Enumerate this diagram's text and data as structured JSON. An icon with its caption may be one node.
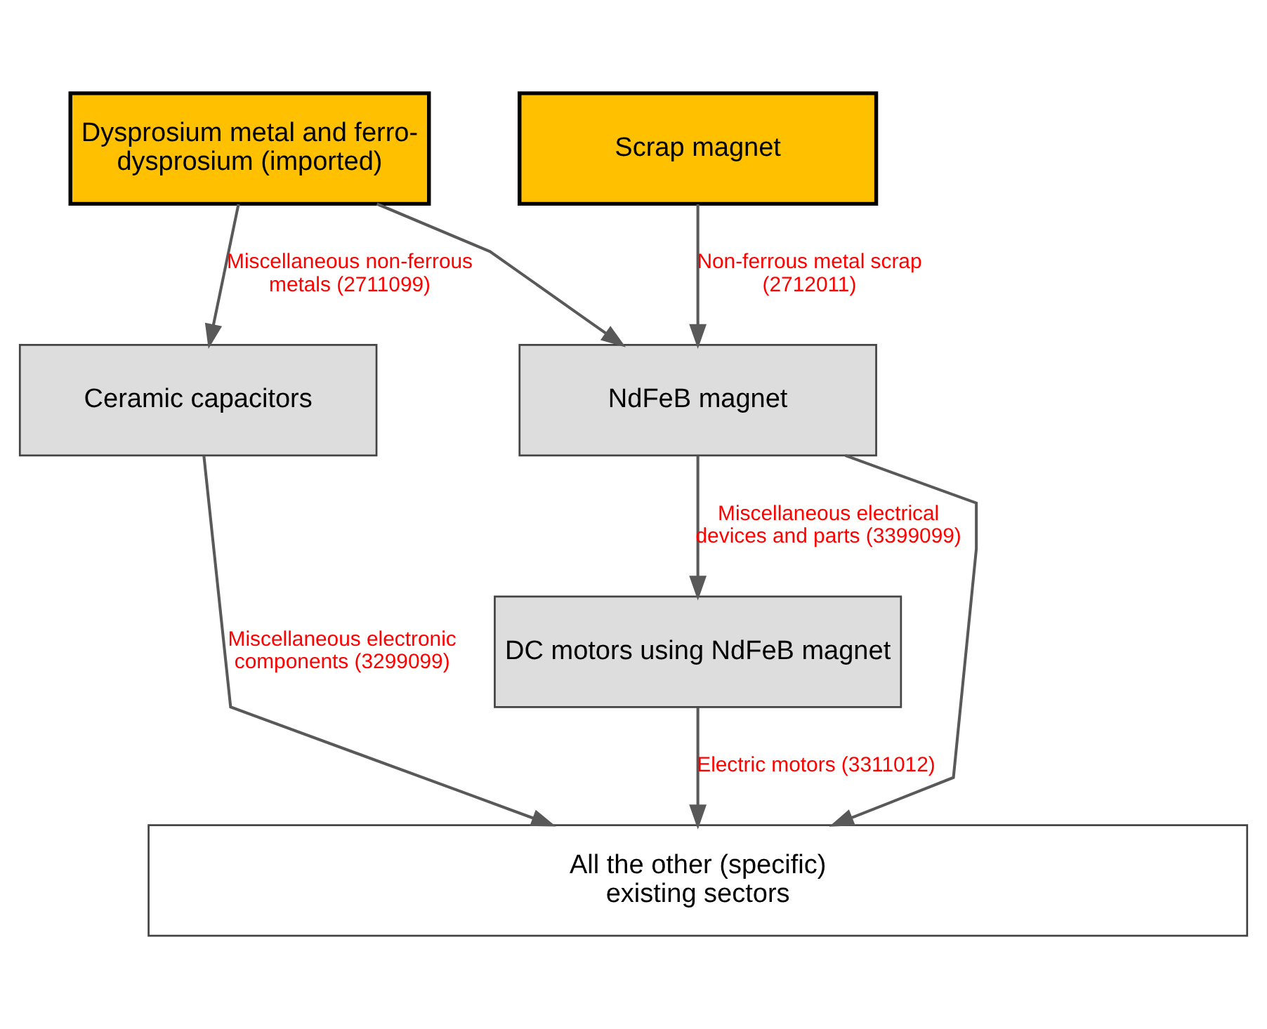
{
  "diagram": {
    "nodes": [
      {
        "text": [
          "Dysprosium metal and ferro-dysprosium (imported)"
        ]
      },
      {
        "text": [
          "Scrap magnet"
        ]
      },
      {
        "text": [
          "Ceramic capacitors"
        ]
      },
      {
        "text": [
          "NdFeB magnet"
        ]
      },
      {
        "text": [
          "DC motors using NdFeB magnet"
        ]
      },
      {
        "text": [
          "All the other (specific) existing sectors"
        ]
      }
    ],
    "edges": [
      {
        "from": 0,
        "to": 2,
        "arrow": "to",
        "label": "Miscellaneous non-ferrous metals (2711099)"
      },
      {
        "from": 0,
        "to": 3,
        "arrow": "to"
      },
      {
        "from": 1,
        "to": 3,
        "arrow": "to",
        "label": "Non-ferrous metal scrap (2712011)"
      },
      {
        "from": 2,
        "to": 5,
        "arrow": "to",
        "label": "Miscellaneous electronic components (3299099)"
      },
      {
        "from": 3,
        "to": 4,
        "arrow": "to",
        "label": "Miscellaneous electrical devices and parts (3399099)"
      },
      {
        "from": 3,
        "to": 5,
        "arrow": "to"
      },
      {
        "from": 4,
        "to": 5,
        "arrow": "to",
        "label": "Electric motors (3311012)"
      }
    ]
  }
}
